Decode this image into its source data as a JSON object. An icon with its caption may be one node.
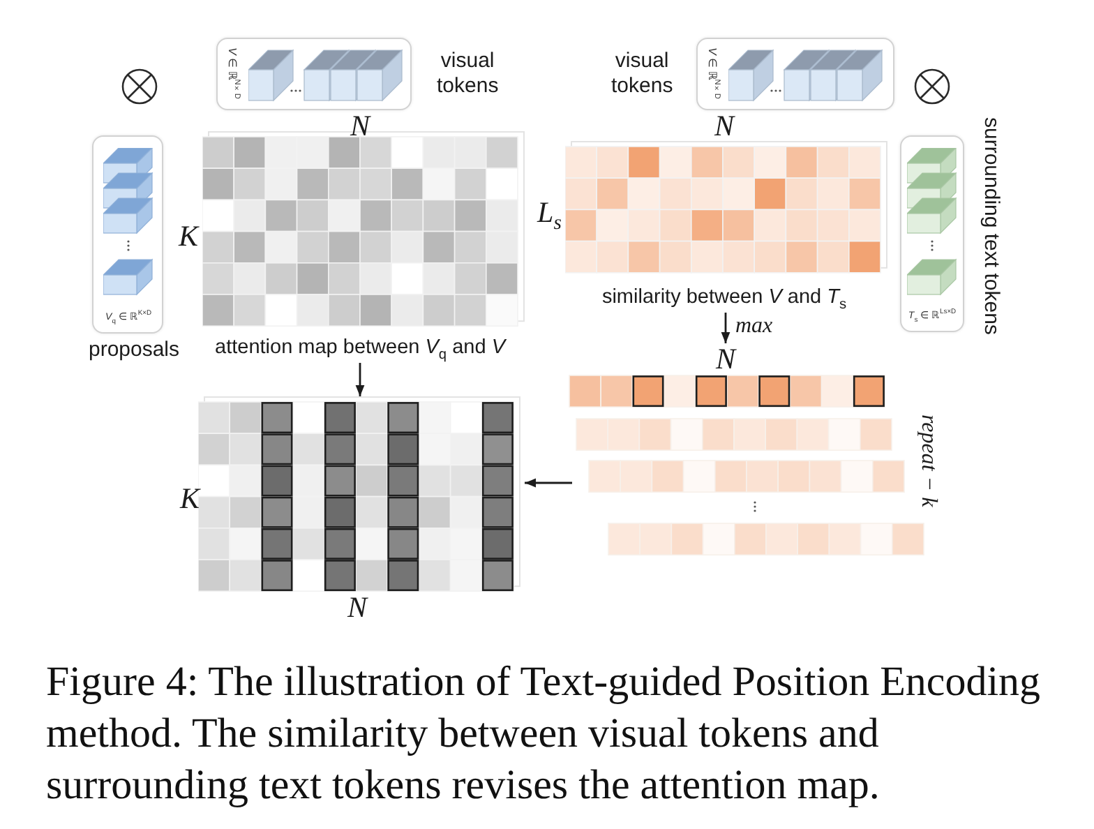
{
  "diagram": {
    "caption": "Figure 4: The illustration of Text-guided Position Encoding method. The similarity between visual tokens and surrounding text tokens revises the attention map.",
    "nodes": [
      {
        "text": [
          "*V* ∈ ℝ$^{N×D}$"
        ],
        "beside": [
          "visual tokens"
        ]
      },
      {
        "text": [
          "*V* ∈ ℝ$^{N×D}$"
        ],
        "beside": [
          "visual tokens"
        ]
      },
      {
        "text": [
          "*V*$_{q}$ ∈ ℝ$^{K×D}$"
        ],
        "beside": [
          "proposals"
        ]
      },
      {
        "text": [
          "attention map between *V*$_{q}$ and *V*"
        ],
        "beside": [
          "N",
          "K"
        ]
      },
      {
        "text": [
          "similarity between *V* and *T*$_{s}$"
        ],
        "beside": [
          "N",
          "L$_{s}$"
        ]
      },
      {
        "text": [
          "*T*$_{s}$ ∈ ℝ$^{Ls×D}$"
        ],
        "beside": [
          "surrounding text tokens"
        ]
      },
      {
        "text": [],
        "shape": "bar",
        "beside": [
          "N"
        ]
      },
      {
        "text": [],
        "shape": "bar",
        "beside": [
          "repeat − k"
        ]
      },
      {
        "text": [],
        "shape": "box",
        "beside": [
          "K",
          "N"
        ]
      }
    ],
    "edges": [
      {
        "from": 3,
        "to": 8,
        "arrow": "to"
      },
      {
        "from": 4,
        "to": 6,
        "arrow": "to",
        "label": "max"
      },
      {
        "from": 7,
        "to": 8,
        "arrow": "to"
      }
    ]
  }
}
